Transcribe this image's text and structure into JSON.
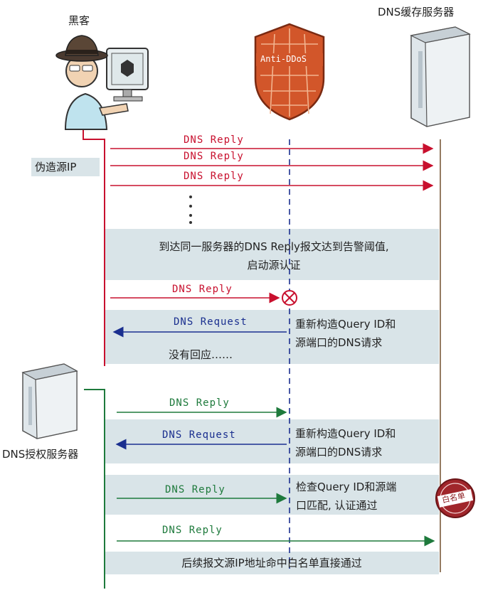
{
  "actors": {
    "hacker": "黑客",
    "dns_cache": "DNS缓存服务器",
    "dns_auth": "DNS授权服务器",
    "shield": "Anti-DDoS"
  },
  "labels": {
    "forge_ip": "伪造源IP",
    "alarm_line1": "到达同一服务器的DNS Reply报文达到告警阈值,",
    "alarm_line2": "启动源认证",
    "no_response": "没有回应……",
    "rebuild1_line1": "重新构造Query ID和",
    "rebuild1_line2": "源端口的DNS请求",
    "rebuild2_line1": "重新构造Query ID和",
    "rebuild2_line2": "源端口的DNS请求",
    "check_line1": "检查Query ID和源端",
    "check_line2": "口匹配, 认证通过",
    "whitelist_stamp": "白名单",
    "final": "后续报文源IP地址命中白名单直接通过"
  },
  "messages": {
    "reply1": "DNS Reply",
    "reply2": "DNS Reply",
    "reply3": "DNS Reply",
    "reply_blocked": "DNS Reply",
    "request1": "DNS Request",
    "reply_auth1": "DNS Reply",
    "request2": "DNS Request",
    "reply_auth2": "DNS Reply",
    "reply_auth3": "DNS Reply"
  },
  "colors": {
    "hacker_line": "#c8102e",
    "request": "#1a2f8f",
    "auth_line": "#1e7a3c",
    "shield": "#d2562a",
    "box": "#d9e4e8"
  }
}
